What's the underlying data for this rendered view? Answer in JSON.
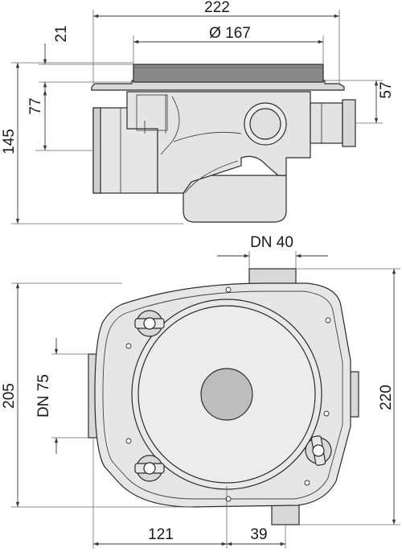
{
  "dimensions": {
    "side_view": {
      "overall_width": "222",
      "flange_thickness": "21",
      "grate_diameter": "Ø 167",
      "outlet_height": "77",
      "total_height": "145",
      "side_inlet_height": "57"
    },
    "top_view": {
      "side_inlet": "DN 40",
      "outlet": "DN 75",
      "body_width": "205",
      "overall_length": "220",
      "outlet_offset": "121",
      "inlet_offset": "39"
    }
  },
  "colors": {
    "lines": "#2b2b2b",
    "body_fill": "#e6e6e6",
    "body_shade": "#cfcfcf",
    "flange_fill": "#d9d9d9",
    "grate_fill": "#8a8a8a",
    "tee_fill": "#d8d8d8",
    "hub_fill": "#bdbdbd",
    "background": "#ffffff"
  }
}
